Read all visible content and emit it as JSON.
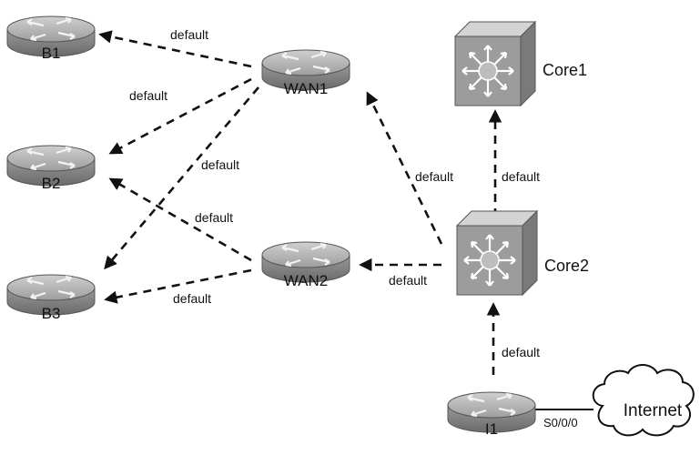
{
  "nodes": {
    "b1": {
      "label": "B1"
    },
    "b2": {
      "label": "B2"
    },
    "b3": {
      "label": "B3"
    },
    "wan1": {
      "label": "WAN1"
    },
    "wan2": {
      "label": "WAN2"
    },
    "core1": {
      "label": "Core1"
    },
    "core2": {
      "label": "Core2"
    },
    "i1": {
      "label": "I1"
    },
    "internet": {
      "label": "Internet"
    }
  },
  "edges": [
    {
      "id": "wan1-b1",
      "label": "default"
    },
    {
      "id": "wan1-b2",
      "label": "default"
    },
    {
      "id": "wan1-b3",
      "label": "default"
    },
    {
      "id": "wan2-b2",
      "label": "default"
    },
    {
      "id": "wan2-b3",
      "label": "default"
    },
    {
      "id": "core2-wan1",
      "label": "default"
    },
    {
      "id": "core2-wan2",
      "label": "default"
    },
    {
      "id": "core2-core1",
      "label": "default"
    },
    {
      "id": "i1-core2",
      "label": "default"
    }
  ],
  "link": {
    "interface_label": "S0/0/0"
  },
  "colors": {
    "device_fill": "#a9a9a9",
    "device_shadow": "#6e6e6e",
    "device_highlight": "#cfcfcf",
    "line": "#111111"
  }
}
